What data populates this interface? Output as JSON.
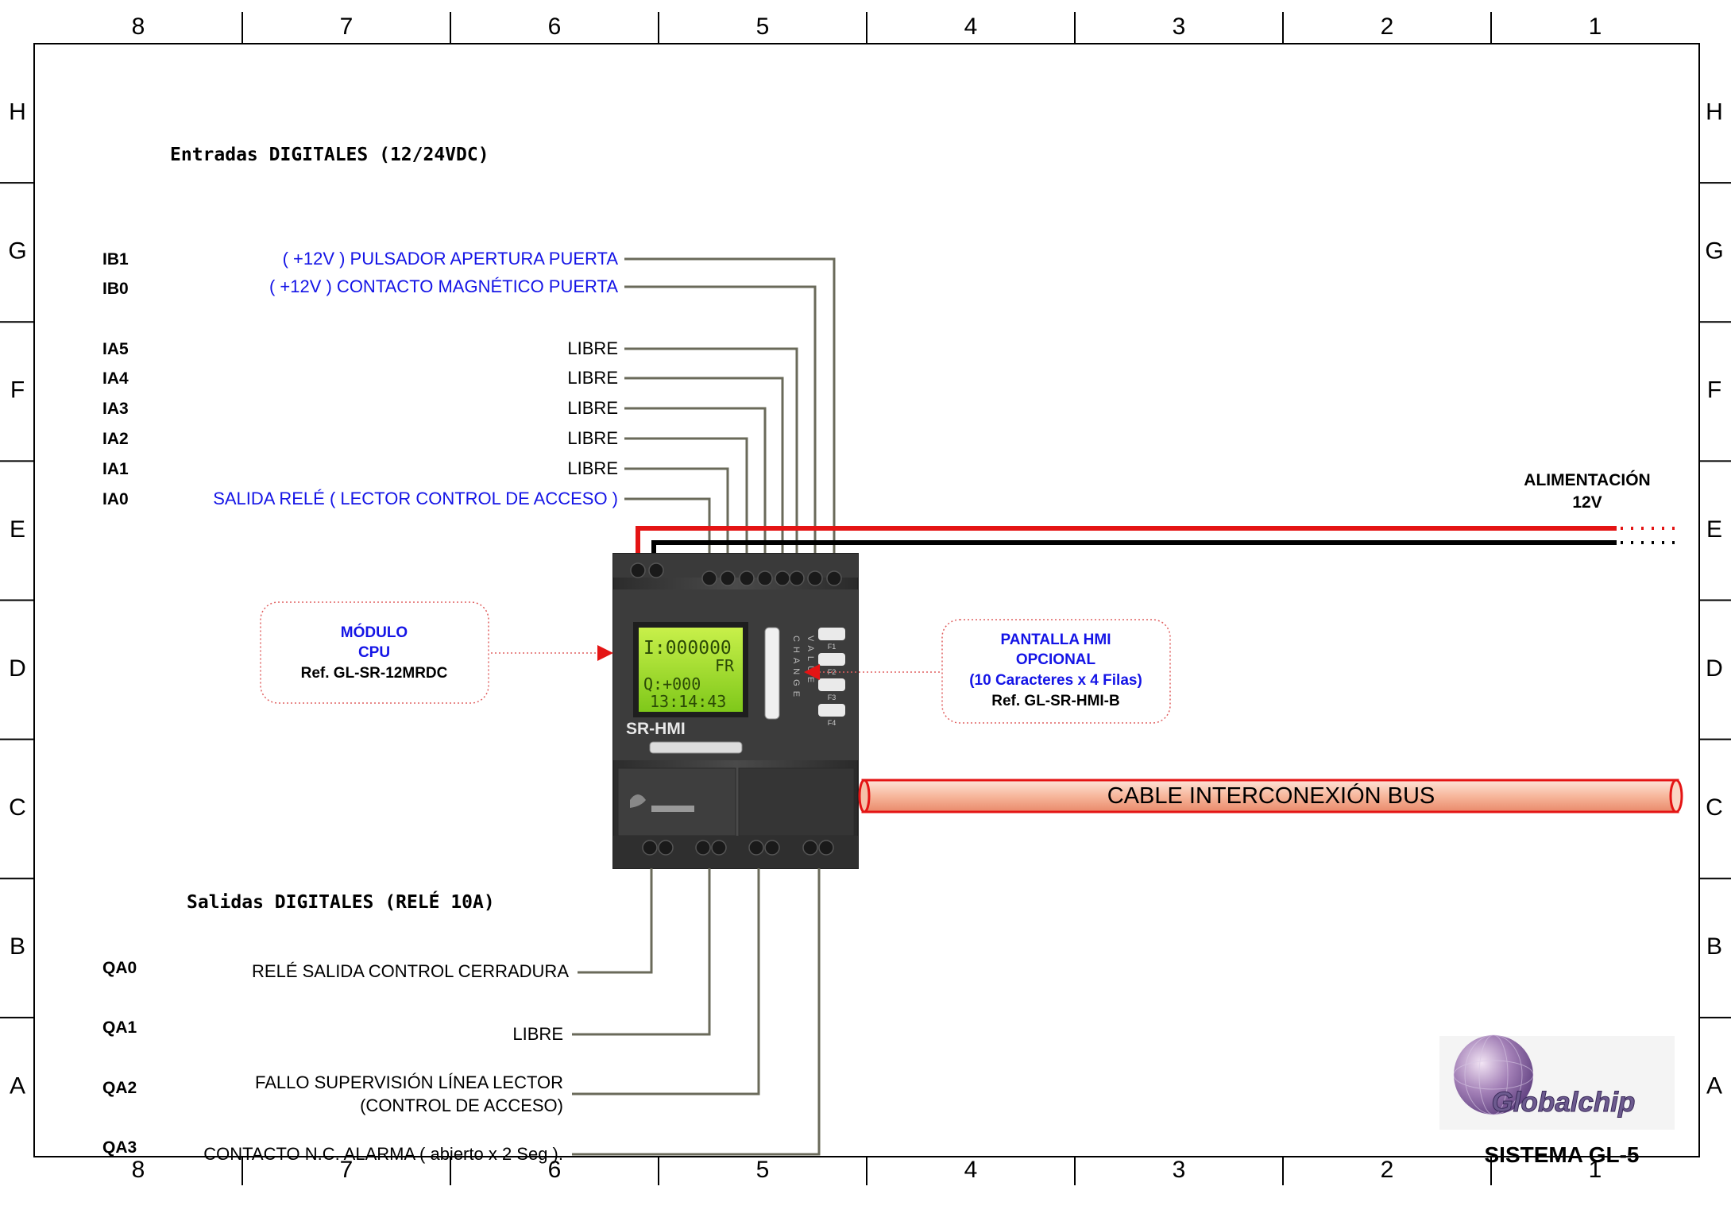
{
  "frame": {
    "columns": [
      "8",
      "7",
      "6",
      "5",
      "4",
      "3",
      "2",
      "1"
    ],
    "rows": [
      "H",
      "G",
      "F",
      "E",
      "D",
      "C",
      "B",
      "A"
    ]
  },
  "inputs": {
    "title": "Entradas DIGITALES (12/24VDC)",
    "items": [
      {
        "tag": "IB1",
        "label": "( +12V ) PULSADOR APERTURA PUERTA"
      },
      {
        "tag": "IB0",
        "label": "( +12V )  CONTACTO MAGNÉTICO PUERTA"
      },
      {
        "tag": "IA5",
        "label": "LIBRE"
      },
      {
        "tag": "IA4",
        "label": "LIBRE"
      },
      {
        "tag": "IA3",
        "label": "LIBRE"
      },
      {
        "tag": "IA2",
        "label": "LIBRE"
      },
      {
        "tag": "IA1",
        "label": "LIBRE"
      },
      {
        "tag": "IA0",
        "label": "SALIDA RELÉ ( LECTOR CONTROL DE ACCESO )"
      }
    ]
  },
  "outputs": {
    "title": "Salidas DIGITALES (RELÉ 10A)",
    "items": [
      {
        "tag": "QA0",
        "label": "RELÉ SALIDA CONTROL CERRADURA"
      },
      {
        "tag": "QA1",
        "label": "LIBRE"
      },
      {
        "tag": "QA2",
        "label_line1": "FALLO SUPERVISIÓN LÍNEA LECTOR",
        "label_line2": "(CONTROL DE ACCESO)"
      },
      {
        "tag": "QA3",
        "label": "CONTACTO N.C. ALARMA ( abierto x 2 Seg )."
      }
    ]
  },
  "power": {
    "line1": "ALIMENTACIÓN",
    "line2": "12V"
  },
  "cpu_callout": {
    "line1": "MÓDULO",
    "line2": "CPU",
    "line3": "Ref. GL-SR-12MRDC"
  },
  "hmi_callout": {
    "line1": "PANTALLA HMI",
    "line2": "OPCIONAL",
    "line3": "(10 Caracteres x 4 Filas)",
    "line4": "Ref. GL-SR-HMI-B"
  },
  "bus_cable": {
    "label": "CABLE INTERCONEXIÓN BUS"
  },
  "device": {
    "brand": "SR-HMI",
    "lcd_line1": "I:000000",
    "lcd_line2": "FR",
    "lcd_line3": "Q:+000",
    "lcd_line4": "13:14:43",
    "side_label1": "CHANGE",
    "side_label2": "VALUE",
    "fkeys": [
      "F1",
      "F2",
      "F3",
      "F4"
    ]
  },
  "logo": {
    "name": "Globalchip",
    "system": "SISTEMA GL-5"
  },
  "colors": {
    "blue": "#1414e6",
    "red": "#e41414",
    "wire": "#6a6a5a",
    "callout": "#e06060",
    "black": "#000000"
  }
}
